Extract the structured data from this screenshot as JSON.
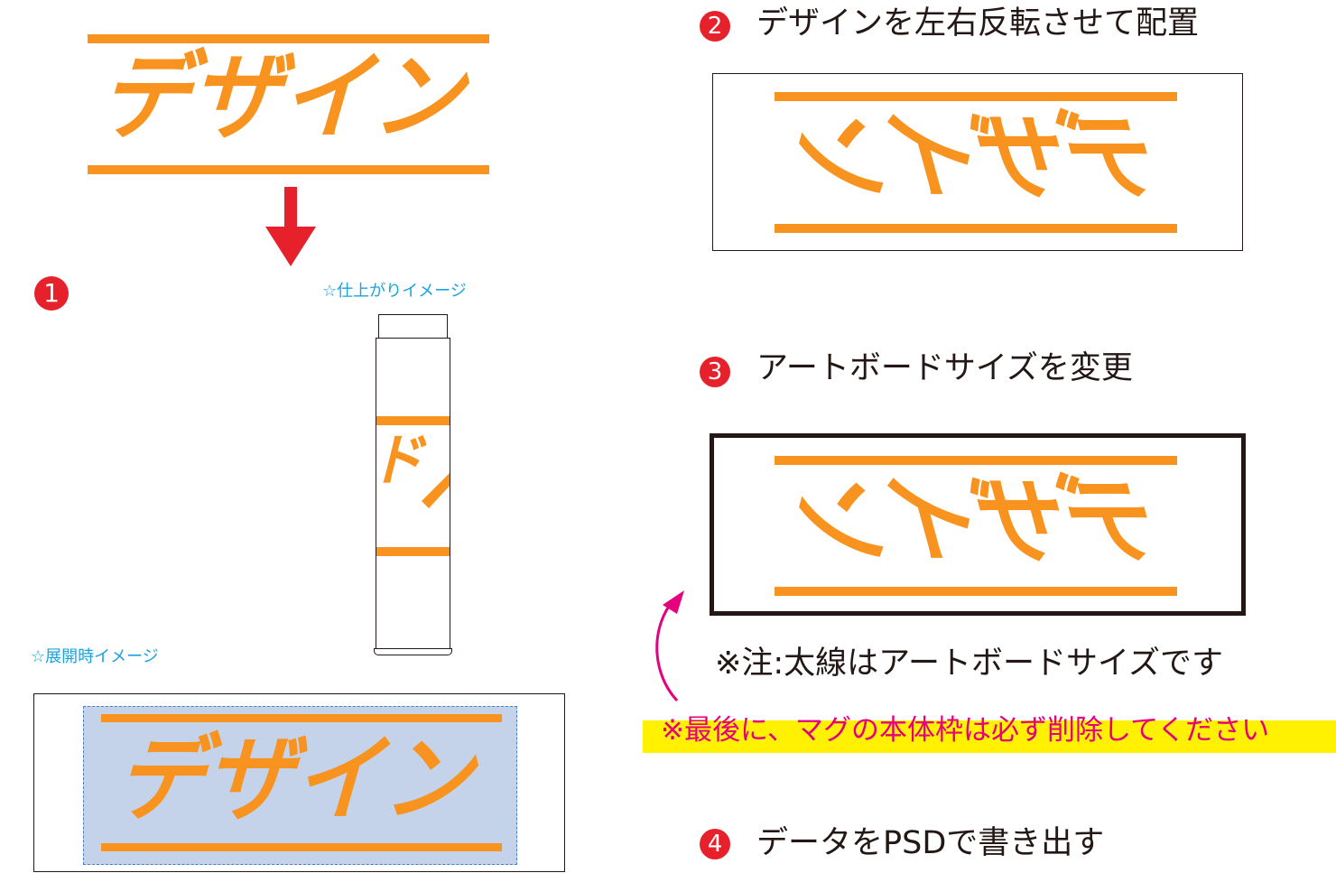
{
  "design": {
    "word": "デザイン",
    "mirrored_word": "デザイン"
  },
  "steps": [
    {
      "number": "1",
      "label": ""
    },
    {
      "number": "2",
      "label": "デザインを左右反転させて配置"
    },
    {
      "number": "3",
      "label": "アートボードサイズを変更"
    },
    {
      "number": "4",
      "label": "データをPSDで書き出す"
    }
  ],
  "captions": {
    "finished": "☆仕上がりイメージ",
    "expanded": "☆展開時イメージ"
  },
  "mug_preview": {
    "partial_text": "ド"
  },
  "notes": {
    "artboard": "※注:太線はアートボードサイズです",
    "warning": "※最後に、マグの本体枠は必ず削除してください"
  },
  "colors": {
    "design_orange": "#f7931e",
    "step_red": "#e6212b",
    "caption_blue": "#1aa3dc",
    "warning_magenta": "#e4007f",
    "highlight_yellow": "#fff100",
    "arrow_red": "#e6212b",
    "print_area_blue": "#c5d3ea"
  }
}
